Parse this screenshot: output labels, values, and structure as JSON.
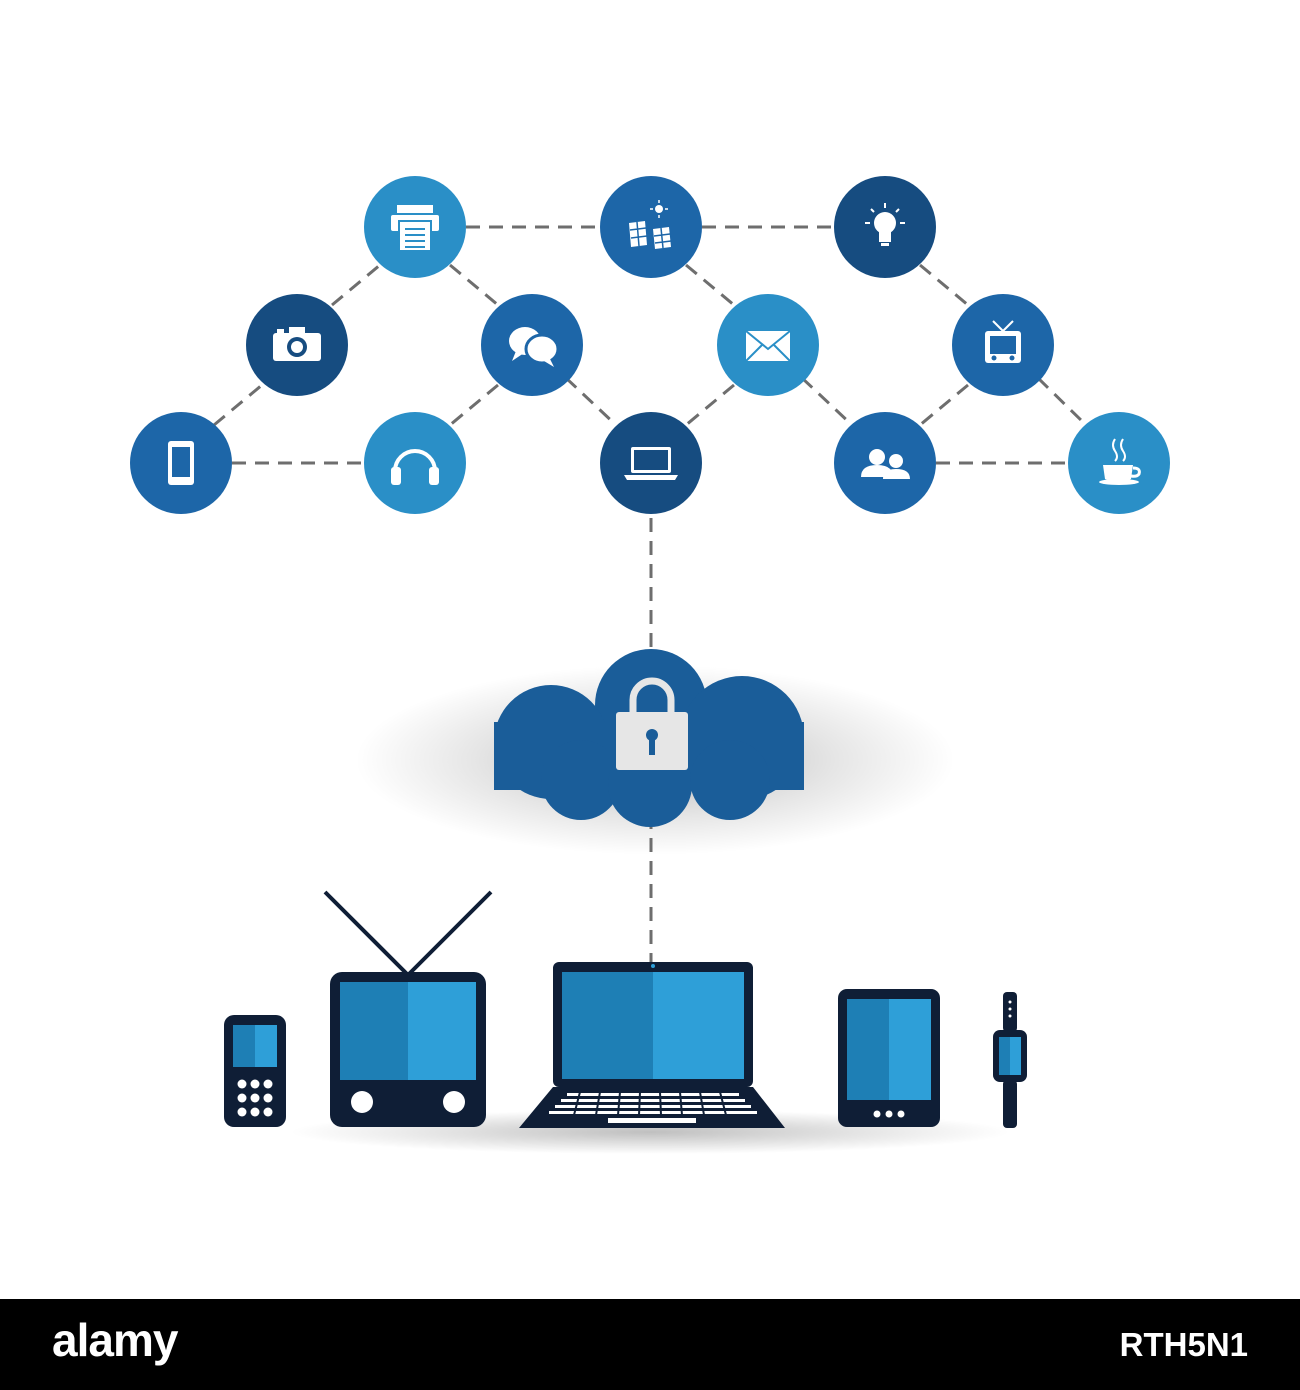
{
  "colors": {
    "circle_dark": "#164c80",
    "circle_mid": "#1d66a8",
    "circle_light": "#2a8fc7",
    "cloud": "#1a5d99",
    "line": "#6e6e6e",
    "device_frame": "#0f1e36",
    "screen_light": "#2e9fd8",
    "screen_dark": "#1e7fb5"
  },
  "network": {
    "nodes": [
      {
        "id": "tablet",
        "icon": "tablet-icon",
        "tone": "mid"
      },
      {
        "id": "camera",
        "icon": "camera-icon",
        "tone": "dark"
      },
      {
        "id": "printer",
        "icon": "printer-icon",
        "tone": "light"
      },
      {
        "id": "headphones",
        "icon": "headphones-icon",
        "tone": "light"
      },
      {
        "id": "chat",
        "icon": "chat-bubbles-icon",
        "tone": "mid"
      },
      {
        "id": "solar",
        "icon": "solar-panel-icon",
        "tone": "mid"
      },
      {
        "id": "laptop",
        "icon": "laptop-icon",
        "tone": "dark"
      },
      {
        "id": "mail",
        "icon": "envelope-icon",
        "tone": "light"
      },
      {
        "id": "bulb",
        "icon": "light-bulb-icon",
        "tone": "dark"
      },
      {
        "id": "tv",
        "icon": "tv-icon",
        "tone": "mid"
      },
      {
        "id": "users",
        "icon": "users-icon",
        "tone": "mid"
      },
      {
        "id": "coffee",
        "icon": "coffee-cup-icon",
        "tone": "light"
      }
    ]
  },
  "cloud": {
    "icon": "padlock-icon"
  },
  "devices": [
    "mobile-phone-icon",
    "television-icon",
    "laptop-icon",
    "tablet-icon",
    "smartwatch-icon"
  ],
  "footer": {
    "logo": "alamy",
    "image_code": "RTH5N1"
  }
}
